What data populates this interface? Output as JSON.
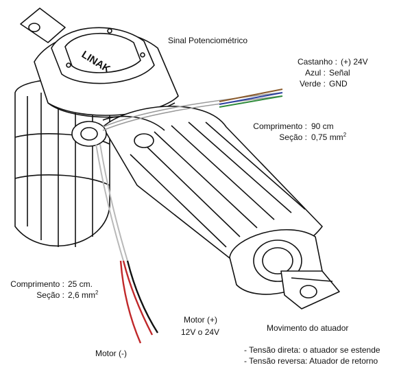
{
  "labels": {
    "signal_title": "Sinal Potenciométrico",
    "castanho_label": "Castanho :",
    "castanho_value": "(+) 24V",
    "azul_label": "Azul :",
    "azul_value": "Señal",
    "verde_label": "Verde :",
    "verde_value": "GND",
    "signal_length_label": "Comprimento :",
    "signal_length_value": "90 cm",
    "signal_section_label": "Seção :",
    "signal_section_value": "0,75 mm",
    "signal_section_exp": "2",
    "power_length_label": "Comprimento :",
    "power_length_value": "25 cm.",
    "power_section_label": "Seção :",
    "power_section_value": "2,6 mm",
    "power_section_exp": "2",
    "motor_plus_title": "Motor (+)",
    "motor_plus_voltage": "12V o 24V",
    "motor_minus_title": "Motor (-)",
    "movement_title": "Movimento do atuador",
    "movement_line1": "- Tensão direta: o atuador se estende",
    "movement_line2": "- Tensão reversa: Atuador de retorno",
    "motor_label_text": "LINAK"
  },
  "colors": {
    "wire_brown": "#8a5a2b",
    "wire_blue": "#2c3fa0",
    "wire_green": "#2e8b3a",
    "wire_red": "#c0282a",
    "wire_black": "#111111",
    "outline": "#111111"
  }
}
